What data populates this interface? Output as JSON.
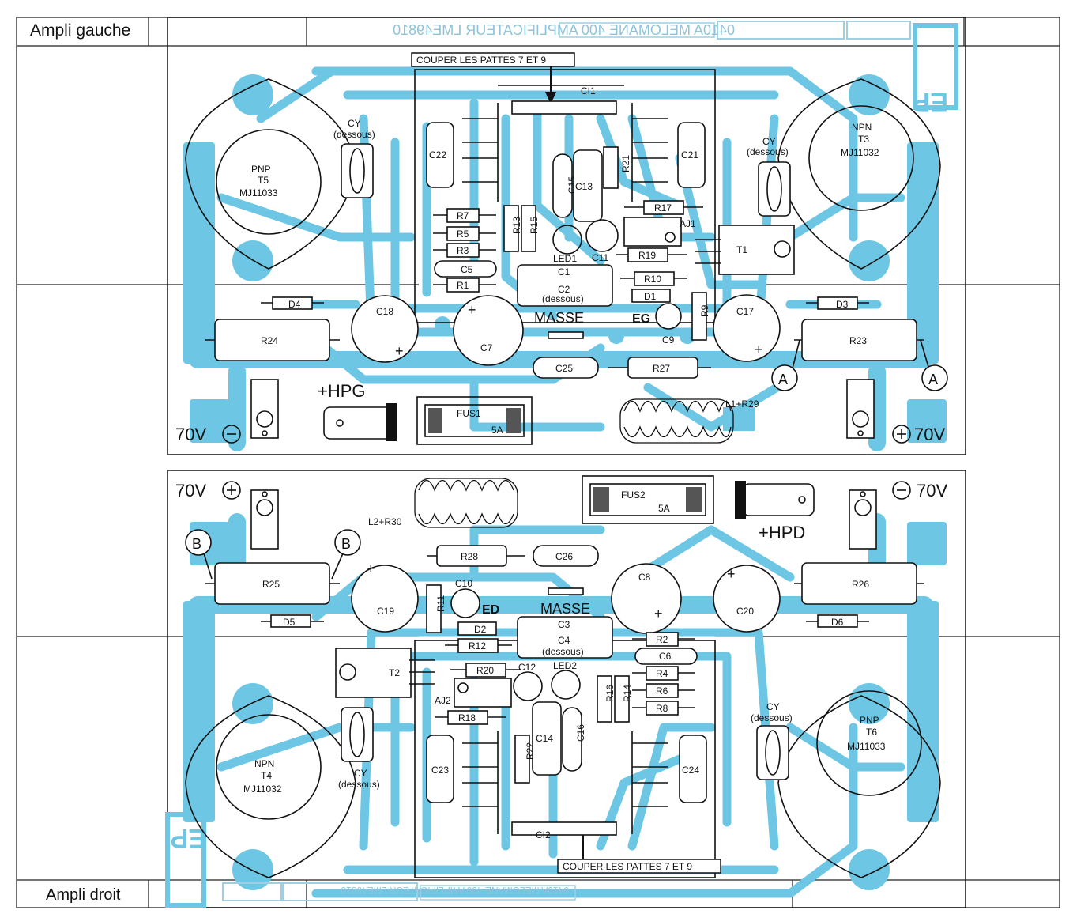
{
  "colors": {
    "trace": "#6cc6e4",
    "trace_light": "#a8dcef",
    "outline": "#111111"
  },
  "top_board": {
    "panel_label": "Ampli gauche",
    "header_text": "0410A MELOMANE 400 AMPLIFICATEUR LME49810",
    "logo": "EP",
    "note": "COUPER LES PATTES 7 ET 9",
    "ic": "CI1",
    "transistors": [
      {
        "type": "PNP",
        "ref": "T5",
        "part": "MJ11033"
      },
      {
        "type": "NPN",
        "ref": "T3",
        "part": "MJ11032"
      }
    ],
    "cy_label": "CY",
    "cy_sub": "(dessous)",
    "caps": {
      "c22": "C22",
      "c21": "C21",
      "c15": "C15",
      "c13": "C13",
      "c11": "C11",
      "c5": "C5",
      "c1": "C1",
      "c2": "C2",
      "c2_sub": "(dessous)",
      "c18": "C18",
      "c7": "C7",
      "c17": "C17",
      "c9": "C9",
      "c25": "C25"
    },
    "resistors": {
      "r21": "R21",
      "r7": "R7",
      "r5": "R5",
      "r3": "R3",
      "r1": "R1",
      "r13": "R13",
      "r15": "R15",
      "r17": "R17",
      "r19": "R19",
      "r10": "R10",
      "r9": "R9",
      "r24": "R24",
      "r23": "R23",
      "r27": "R27"
    },
    "misc": {
      "aj1": "AJ1",
      "t1": "T1",
      "led1": "LED1",
      "d1": "D1",
      "d4": "D4",
      "d3": "D3",
      "masse": "MASSE",
      "eg": "EG",
      "hpg": "+HPG",
      "fus1": "FUS1",
      "fuse_val": "5A",
      "l1": "L1+R29",
      "point": "A",
      "v_left": "70V",
      "v_right": "70V"
    }
  },
  "bottom_board": {
    "panel_label": "Ampli droit",
    "header_text": "0410A MELOMANE 400 AMPLIFICATEUR LME49810",
    "logo": "EP",
    "note": "COUPER LES PATTES 7 ET 9",
    "ic": "CI2",
    "transistors": [
      {
        "type": "NPN",
        "ref": "T4",
        "part": "MJ11032"
      },
      {
        "type": "PNP",
        "ref": "T6",
        "part": "MJ11033"
      }
    ],
    "cy_label": "CY",
    "cy_sub": "(dessous)",
    "caps": {
      "c23": "C23",
      "c24": "C24",
      "c16": "C16",
      "c14": "C14",
      "c12": "C12",
      "c6": "C6",
      "c3": "C3",
      "c4": "C4",
      "c4_sub": "(dessous)",
      "c19": "C19",
      "c8": "C8",
      "c20": "C20",
      "c10": "C10",
      "c26": "C26"
    },
    "resistors": {
      "r22": "R22",
      "r2": "R2",
      "r4": "R4",
      "r6": "R6",
      "r8": "R8",
      "r16": "R16",
      "r14": "R14",
      "r20": "R20",
      "r18": "R18",
      "r12": "R12",
      "r11": "R11",
      "r25": "R25",
      "r26": "R26",
      "r28": "R28"
    },
    "misc": {
      "aj2": "AJ2",
      "t2": "T2",
      "led2": "LED2",
      "d2": "D2",
      "d5": "D5",
      "d6": "D6",
      "masse": "MASSE",
      "ed": "ED",
      "hpd": "+HPD",
      "fus2": "FUS2",
      "fuse_val": "5A",
      "l2": "L2+R30",
      "point": "B",
      "v_left": "70V",
      "v_right": "70V"
    }
  }
}
